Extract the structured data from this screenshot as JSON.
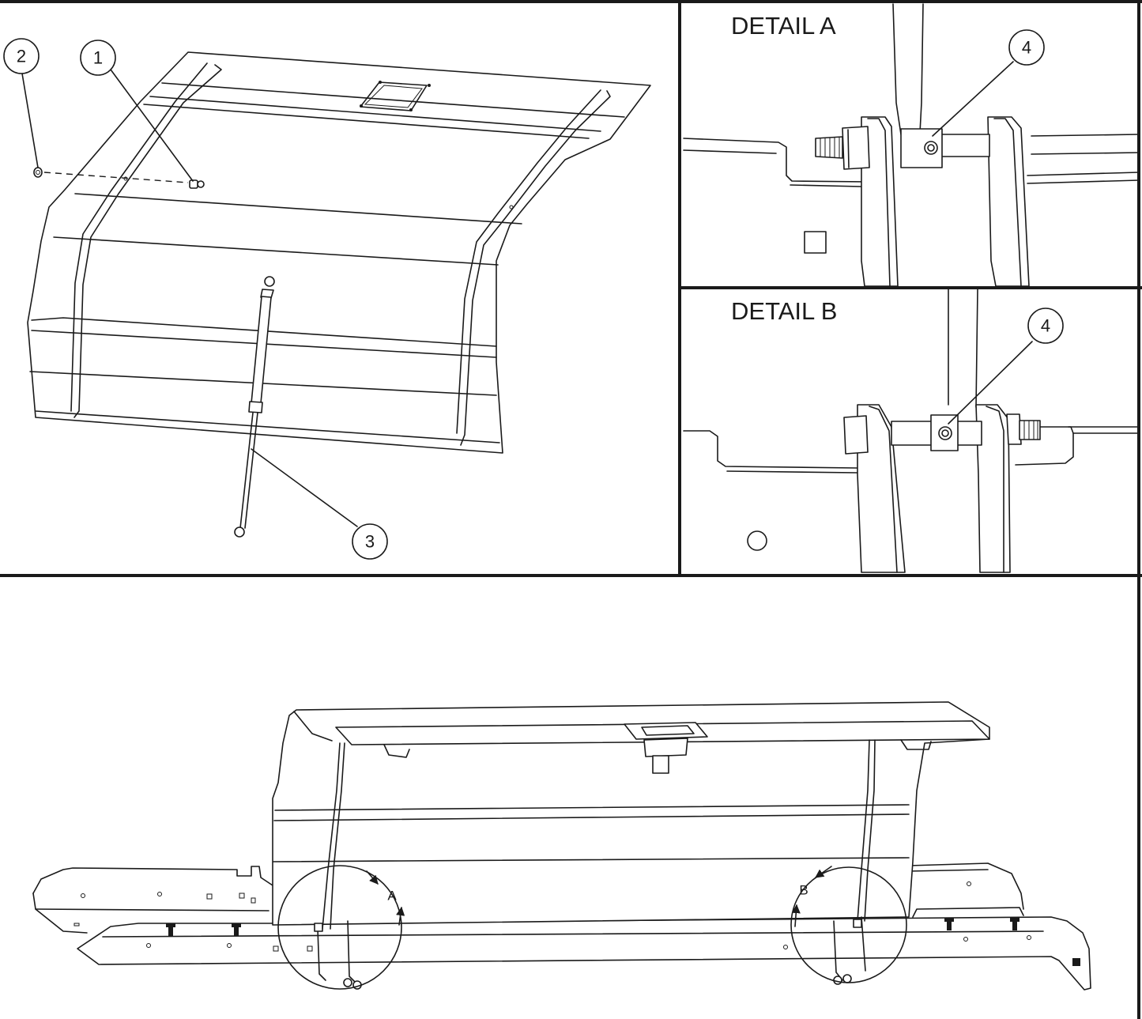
{
  "callouts": {
    "part_1": "1",
    "part_2": "2",
    "part_3": "3",
    "detail_a_part_4": "4",
    "detail_b_part_4": "4"
  },
  "details": {
    "a_title": "DETAIL A",
    "b_title": "DETAIL B"
  },
  "view_markers": {
    "a": "A",
    "b": "B"
  }
}
